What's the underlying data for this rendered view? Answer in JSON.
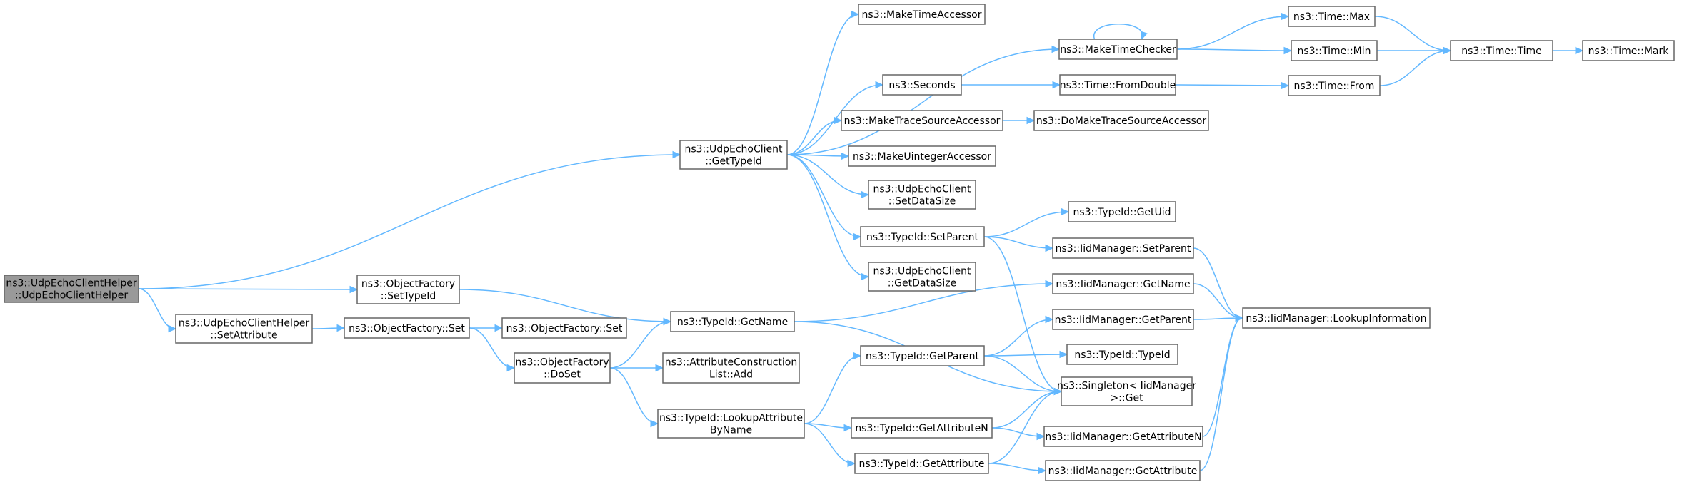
{
  "nodes": {
    "root": [
      "ns3::UdpEchoClientHelper",
      "::UdpEchoClientHelper"
    ],
    "getTypeId": [
      "ns3::UdpEchoClient",
      "::GetTypeId"
    ],
    "ofSetTypeId": [
      "ns3::ObjectFactory",
      "::SetTypeId"
    ],
    "helperSetAttr": [
      "ns3::UdpEchoClientHelper",
      "::SetAttribute"
    ],
    "ofSet1": [
      "ns3::ObjectFactory::Set"
    ],
    "ofSet2": [
      "ns3::ObjectFactory::Set"
    ],
    "ofDoSet": [
      "ns3::ObjectFactory",
      "::DoSet"
    ],
    "tidGetName": [
      "ns3::TypeId::GetName"
    ],
    "acListAdd": [
      "ns3::AttributeConstruction",
      "List::Add"
    ],
    "lookupAttr": [
      "ns3::TypeId::LookupAttribute",
      "ByName"
    ],
    "makeTimeAccessor": [
      "ns3::MakeTimeAccessor"
    ],
    "makeTimeChecker": [
      "ns3::MakeTimeChecker"
    ],
    "seconds": [
      "ns3::Seconds"
    ],
    "makeTraceSrcAcc": [
      "ns3::MakeTraceSourceAccessor"
    ],
    "makeUintAcc": [
      "ns3::MakeUintegerAccessor"
    ],
    "setDataSize": [
      "ns3::UdpEchoClient",
      "::SetDataSize"
    ],
    "tidSetParent": [
      "ns3::TypeId::SetParent"
    ],
    "getDataSize": [
      "ns3::UdpEchoClient",
      "::GetDataSize"
    ],
    "tidGetParent": [
      "ns3::TypeId::GetParent"
    ],
    "tidGetAttrN": [
      "ns3::TypeId::GetAttributeN"
    ],
    "tidGetAttr": [
      "ns3::TypeId::GetAttribute"
    ],
    "timeFromDouble": [
      "ns3::Time::FromDouble"
    ],
    "doMakeTraceSrcAcc": [
      "ns3::DoMakeTraceSourceAccessor"
    ],
    "tidGetUid": [
      "ns3::TypeId::GetUid"
    ],
    "iidSetParent": [
      "ns3::IidManager::SetParent"
    ],
    "iidGetName": [
      "ns3::IidManager::GetName"
    ],
    "iidGetParent": [
      "ns3::IidManager::GetParent"
    ],
    "tidTypeId": [
      "ns3::TypeId::TypeId"
    ],
    "singletonGet": [
      "ns3::Singleton< IidManager",
      ">::Get"
    ],
    "iidGetAttrN": [
      "ns3::IidManager::GetAttributeN"
    ],
    "iidGetAttr": [
      "ns3::IidManager::GetAttribute"
    ],
    "timeMax": [
      "ns3::Time::Max"
    ],
    "timeMin": [
      "ns3::Time::Min"
    ],
    "timeFrom": [
      "ns3::Time::From"
    ],
    "timeTime": [
      "ns3::Time::Time"
    ],
    "iidLookupInfo": [
      "ns3::IidManager::LookupInformation"
    ],
    "timeMark": [
      "ns3::Time::Mark"
    ]
  },
  "edges": [
    [
      "root",
      "getTypeId"
    ],
    [
      "root",
      "ofSetTypeId"
    ],
    [
      "root",
      "helperSetAttr"
    ],
    [
      "getTypeId",
      "makeTimeAccessor"
    ],
    [
      "getTypeId",
      "makeTimeChecker"
    ],
    [
      "getTypeId",
      "seconds"
    ],
    [
      "getTypeId",
      "makeTraceSrcAcc"
    ],
    [
      "getTypeId",
      "makeUintAcc"
    ],
    [
      "getTypeId",
      "setDataSize"
    ],
    [
      "getTypeId",
      "tidSetParent"
    ],
    [
      "getTypeId",
      "getDataSize"
    ],
    [
      "ofSetTypeId",
      "tidGetName"
    ],
    [
      "helperSetAttr",
      "ofSet1"
    ],
    [
      "ofSet1",
      "ofSet2"
    ],
    [
      "ofSet1",
      "ofDoSet"
    ],
    [
      "ofDoSet",
      "tidGetName"
    ],
    [
      "ofDoSet",
      "acListAdd"
    ],
    [
      "ofDoSet",
      "lookupAttr"
    ],
    [
      "tidGetName",
      "iidGetName"
    ],
    [
      "tidGetName",
      "singletonGet"
    ],
    [
      "lookupAttr",
      "tidGetParent"
    ],
    [
      "lookupAttr",
      "tidGetAttrN"
    ],
    [
      "lookupAttr",
      "tidGetAttr"
    ],
    [
      "makeTimeChecker",
      "makeTimeChecker"
    ],
    [
      "makeTimeChecker",
      "timeMax"
    ],
    [
      "makeTimeChecker",
      "timeMin"
    ],
    [
      "seconds",
      "timeFromDouble"
    ],
    [
      "makeTraceSrcAcc",
      "doMakeTraceSrcAcc"
    ],
    [
      "tidSetParent",
      "tidGetUid"
    ],
    [
      "tidSetParent",
      "iidSetParent"
    ],
    [
      "tidSetParent",
      "singletonGet"
    ],
    [
      "tidGetParent",
      "iidGetParent"
    ],
    [
      "tidGetParent",
      "tidTypeId"
    ],
    [
      "tidGetParent",
      "singletonGet"
    ],
    [
      "tidGetAttrN",
      "singletonGet"
    ],
    [
      "tidGetAttrN",
      "iidGetAttrN"
    ],
    [
      "tidGetAttr",
      "singletonGet"
    ],
    [
      "tidGetAttr",
      "iidGetAttr"
    ],
    [
      "timeFromDouble",
      "timeFrom"
    ],
    [
      "timeMax",
      "timeTime"
    ],
    [
      "timeMin",
      "timeTime"
    ],
    [
      "timeFrom",
      "timeTime"
    ],
    [
      "timeTime",
      "timeMark"
    ],
    [
      "iidSetParent",
      "iidLookupInfo"
    ],
    [
      "iidGetName",
      "iidLookupInfo"
    ],
    [
      "iidGetParent",
      "iidLookupInfo"
    ],
    [
      "iidGetAttrN",
      "iidLookupInfo"
    ],
    [
      "iidGetAttr",
      "iidLookupInfo"
    ]
  ]
}
